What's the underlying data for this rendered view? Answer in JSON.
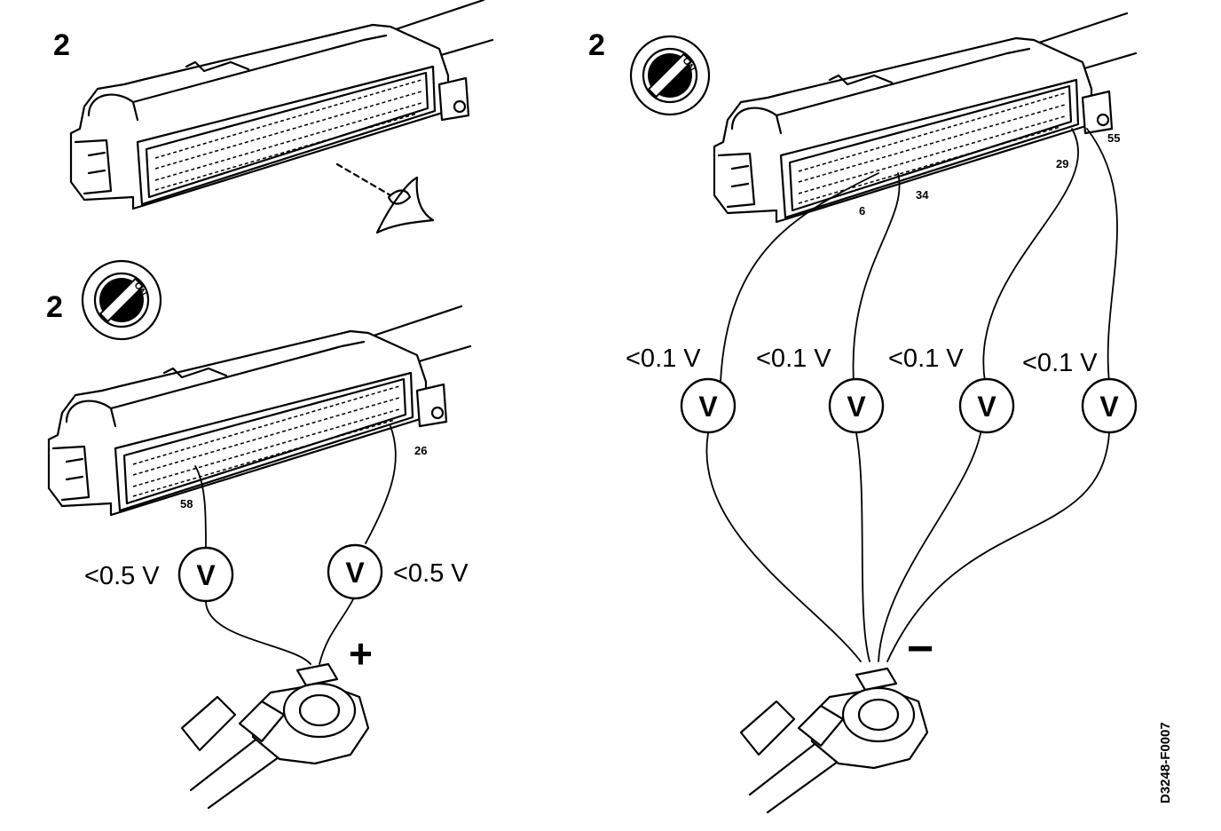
{
  "step_labels": {
    "top_left": "2",
    "mid_left": "2",
    "top_right": "2"
  },
  "ignition_switch": {
    "label": "ON",
    "icon": "ignition-key-switch-icon"
  },
  "panel_left": {
    "pins": {
      "left": "58",
      "right": "26"
    },
    "meters": [
      {
        "symbol": "V",
        "reading": "<0.5 V"
      },
      {
        "symbol": "V",
        "reading": "<0.5 V"
      }
    ],
    "terminal_sign": "+"
  },
  "panel_right": {
    "pins": {
      "a": "6",
      "b": "34",
      "c": "29",
      "d": "55"
    },
    "meters": [
      {
        "symbol": "V",
        "reading": "<0.1 V"
      },
      {
        "symbol": "V",
        "reading": "<0.1 V"
      },
      {
        "symbol": "V",
        "reading": "<0.1 V"
      },
      {
        "symbol": "V",
        "reading": "<0.1 V"
      }
    ],
    "terminal_sign": "−"
  },
  "figure_code": "D3248-F0007"
}
